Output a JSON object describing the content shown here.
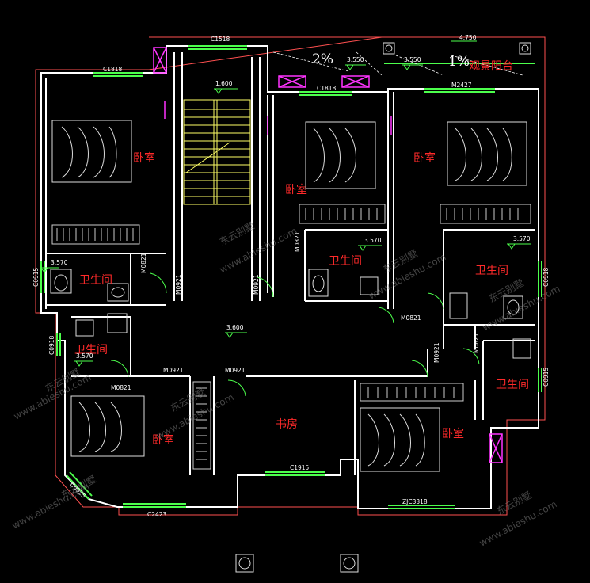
{
  "rooms": {
    "bedroom": "卧室",
    "bathroom": "卫生间",
    "study": "书房",
    "balcony": "观景阳台"
  },
  "slopes": {
    "balcony_left": "2%",
    "balcony_right": "1%"
  },
  "levels": {
    "stair": "1.600",
    "corridor": "3.600",
    "balcony_a": "3.550",
    "balcony_b": "3.550",
    "bath": "3.570",
    "balcony_dim": "4.750"
  },
  "codes": {
    "c1518": "C1518",
    "c1818": "C1818",
    "m2427": "M2427",
    "m0821": "M0821",
    "m0921": "M0921",
    "c0915": "C0915",
    "c0918": "C0918",
    "c2423": "C2423",
    "c1915": "C1915",
    "c0925": "C0925",
    "zjc": "ZJC3318"
  },
  "watermark": {
    "cn": "东云别墅",
    "url": "www.abieshu.com"
  },
  "colors": {
    "wall": "#ffffff",
    "window": "#4cff4c",
    "stair": "#ffff66",
    "dim": "#ff5555",
    "magenta": "#ff33ff",
    "text": "#ff2a2a"
  }
}
